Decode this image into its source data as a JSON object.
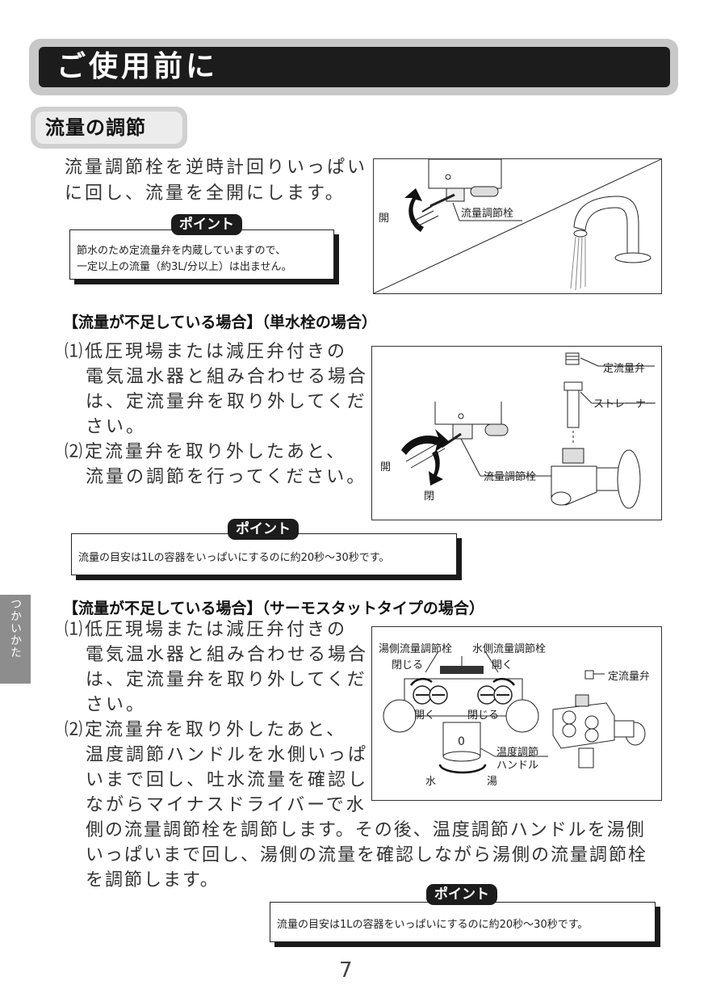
{
  "header": {
    "title": "ご使用前に"
  },
  "section": {
    "title": "流量の調節"
  },
  "intro": {
    "line1": "流量調節栓を逆時計回りいっぱい",
    "line2": "に回し、流量を全開にします。"
  },
  "point1": {
    "tag": "ポイント",
    "line1": "節水のため定流量弁を内蔵していますので、",
    "line2": "一定以上の流量（約3L/分以上）は出ません。"
  },
  "fig1": {
    "label_valve": "流量調節栓",
    "label_open": "開"
  },
  "case1": {
    "heading": "【流量が不足している場合】（単水栓の場合）",
    "lines": [
      "⑴低圧現場または減圧弁付きの",
      "電気温水器と組み合わせる場合",
      "は、定流量弁を取り外してくだ",
      "さい。",
      "⑵定流量弁を取り外したあと、",
      "流量の調節を行ってください。"
    ]
  },
  "fig2": {
    "label_cfv": "定流量弁",
    "label_strainer": "ストレーナー",
    "label_valve": "流量調節栓",
    "label_open": "開",
    "label_close": "閉"
  },
  "point2": {
    "tag": "ポイント",
    "text": "流量の目安は1Lの容器をいっぱいにするのに約20秒～30秒です。"
  },
  "case2": {
    "heading": "【流量が不足している場合】（サーモスタットタイプの場合）",
    "lines": [
      "⑴低圧現場または減圧弁付きの",
      "電気温水器と組み合わせる場合",
      "は、定流量弁を取り外してくだ",
      "さい。",
      "⑵定流量弁を取り外したあと、",
      "温度調節ハンドルを水側いっぱ",
      "いまで回し、吐水流量を確認し",
      "ながらマイナスドライバーで水"
    ],
    "wide_lines": [
      "側の流量調節栓を調節します。その後、温度調節ハンドルを湯側",
      "いっぱいまで回し、湯側の流量を確認しながら湯側の流量調節栓",
      "を調節します。"
    ]
  },
  "fig3": {
    "label_hot_valve": "湯側流量調節栓",
    "label_cold_valve": "水側流量調節栓",
    "label_close_left": "閉じる",
    "label_open_right": "開く",
    "label_open_left": "開く",
    "label_close_right": "閉じる",
    "label_cfv": "定流量弁",
    "label_handle1": "温度調節",
    "label_handle2": "ハンドル",
    "label_zero": "0",
    "label_cold": "水",
    "label_hot": "湯"
  },
  "point3": {
    "tag": "ポイント",
    "text": "流量の目安は1Lの容器をいっぱいにするのに約20秒～30秒です。"
  },
  "side_tab": {
    "text": "つかいかた"
  },
  "page": {
    "number": "7"
  }
}
